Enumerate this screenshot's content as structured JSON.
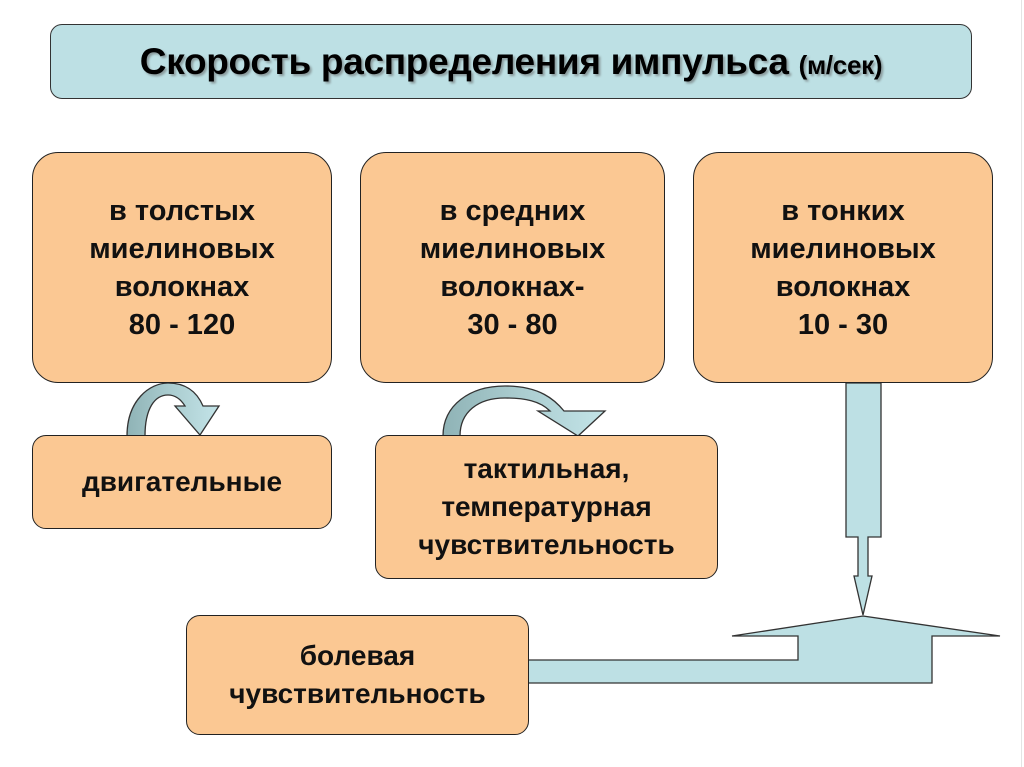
{
  "title": {
    "main": "Скорость распределения импульса",
    "unit": "(м/сек)"
  },
  "fibers": [
    {
      "lines": [
        "в толстых",
        "миелиновых",
        "волокнах"
      ],
      "speed": "80 - 120"
    },
    {
      "lines": [
        "в средних",
        "миелиновых",
        "волокнах-"
      ],
      "speed": "30 - 80"
    },
    {
      "lines": [
        "в тонких",
        "миелиновых",
        "волокнах"
      ],
      "speed": "10 - 30"
    }
  ],
  "functions": [
    {
      "lines": [
        "двигательные"
      ]
    },
    {
      "lines": [
        "тактильная,",
        "температурная",
        "чувствительность"
      ]
    },
    {
      "lines": [
        "болевая",
        "чувствительность"
      ]
    }
  ],
  "colors": {
    "title_fill": "#bde0e4",
    "box_fill": "#fbc893",
    "arrow_fill": "#bde0e4",
    "arrow_shade": "#8fb3b6"
  }
}
